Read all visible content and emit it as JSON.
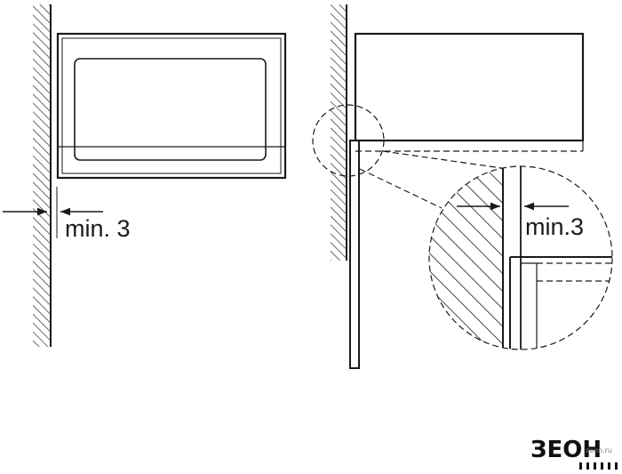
{
  "diagram": {
    "left_clearance_label": "min. 3",
    "right_clearance_label": "min.3"
  },
  "watermark": {
    "brand": "ЗЕОН",
    "tag": "zeon.ru",
    "icon": "zeon-logo-icon"
  },
  "colors": {
    "line": "#1a1a1a",
    "background": "#ffffff"
  }
}
